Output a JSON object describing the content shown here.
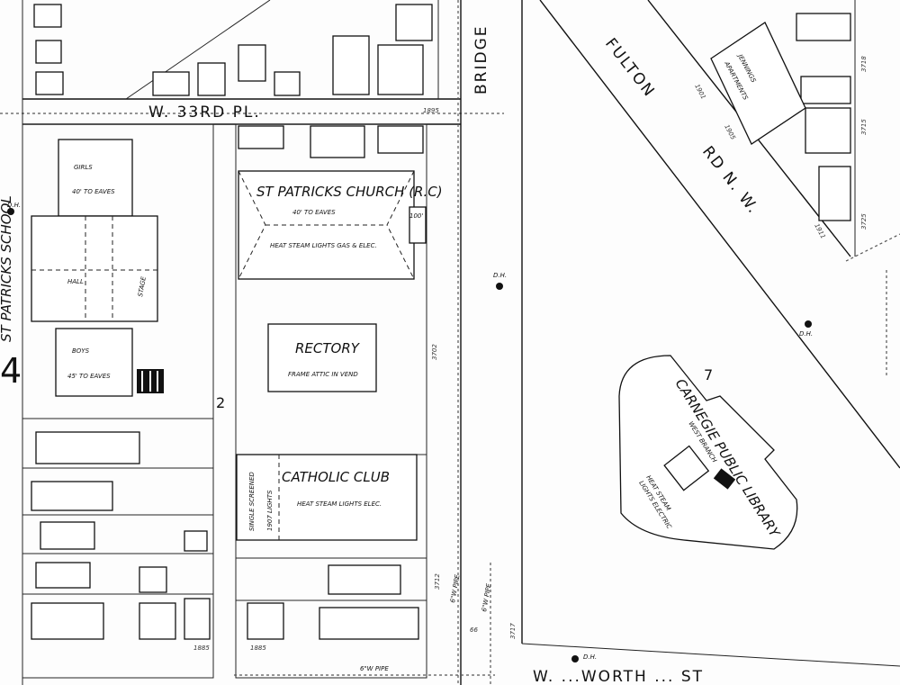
{
  "streets": {
    "w33rd": "W.   33RD   PL.",
    "bridge": "BRIDGE",
    "fulton": "FULTON",
    "fulton_rd": "RD  N.  W.",
    "bottom_street": "W. ...WORTH ... ST"
  },
  "buildings": {
    "church": {
      "name": "ST PATRICKS CHURCH (R.C)",
      "height": "40' TO EAVES",
      "notes": "HEAT STEAM LIGHTS GAS & ELEC.",
      "number": "100'"
    },
    "rectory": {
      "name": "RECTORY",
      "notes": "FRAME ATTIC IN VEND"
    },
    "club": {
      "name": "CATHOLIC CLUB",
      "notes": "HEAT STEAM LIGHTS ELEC.",
      "side": "SINGLE SCREENED",
      "side2": "1907 LIGHTS"
    },
    "school": {
      "name": "ST PATRICKS SCHOOL",
      "girls": "GIRLS",
      "boys": "BOYS",
      "hall": "HALL",
      "stage": "STAGE",
      "eaves_girls": "40' TO EAVES",
      "eaves_boys": "45' TO EAVES"
    },
    "jennings": {
      "name1": "JENNINGS",
      "name2": "APARTMENTS"
    },
    "library": {
      "name": "CARNEGIE PUBLIC LIBRARY",
      "branch": "WEST BRANCH",
      "notes1": "HEAT STEAM",
      "notes2": "LIGHTS ELECTRIC"
    }
  },
  "block_numbers": {
    "left": "4",
    "center": "2",
    "library": "7"
  },
  "hydrant_label": "D.H.",
  "pipe_label": "6\"W PIPE",
  "addresses": [
    "3717",
    "3702",
    "3712",
    "3718",
    "3715",
    "3725",
    "1895",
    "1901",
    "1905",
    "1911",
    "1885",
    "1885",
    "66"
  ]
}
